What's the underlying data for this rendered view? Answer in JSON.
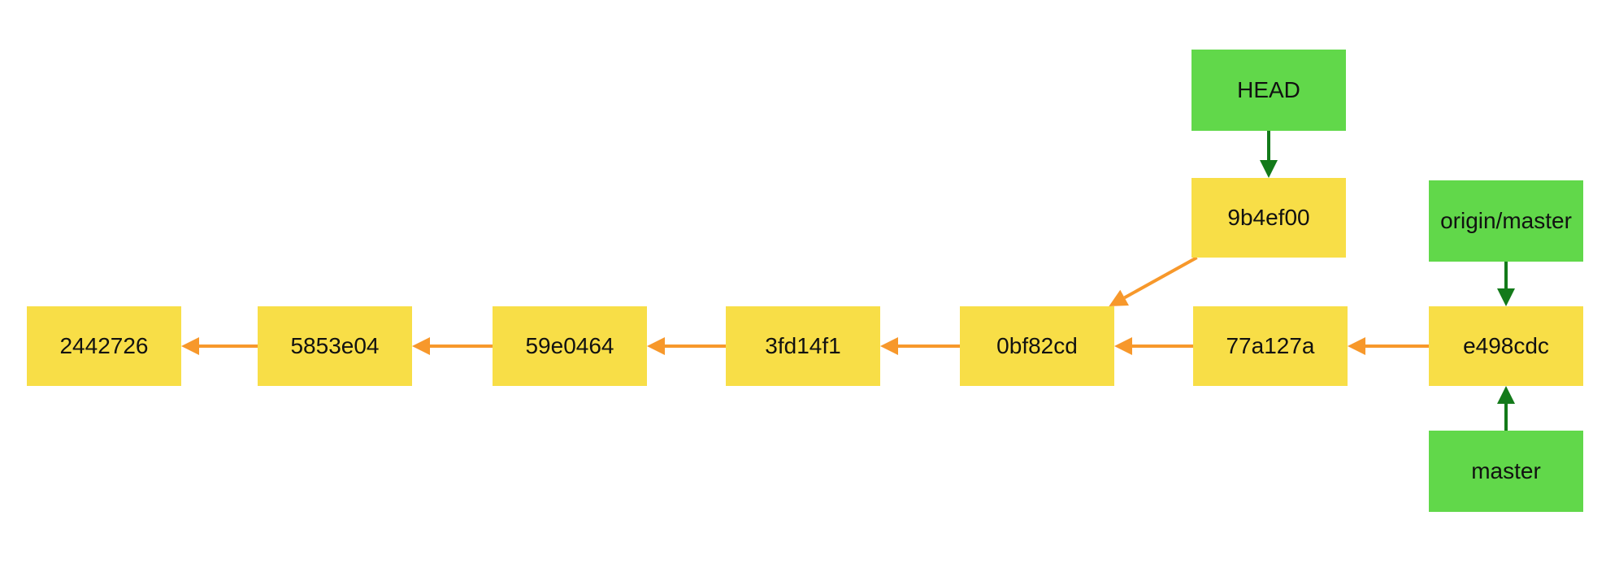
{
  "colors": {
    "commit_fill": "#F8DE47",
    "ref_fill": "#61D84A",
    "parent_arrow": "#F7982B",
    "ref_arrow": "#137A1A"
  },
  "commits": [
    {
      "id": "c1",
      "label": "2442726"
    },
    {
      "id": "c2",
      "label": "5853e04"
    },
    {
      "id": "c3",
      "label": "59e0464"
    },
    {
      "id": "c4",
      "label": "3fd14f1"
    },
    {
      "id": "c5",
      "label": "0bf82cd"
    },
    {
      "id": "c6",
      "label": "77a127a"
    },
    {
      "id": "c7",
      "label": "e498cdc"
    },
    {
      "id": "c8",
      "label": "9b4ef00"
    }
  ],
  "refs": [
    {
      "id": "r_head",
      "label": "HEAD",
      "points_to": "c8"
    },
    {
      "id": "r_origin",
      "label": "origin/master",
      "points_to": "c7"
    },
    {
      "id": "r_master",
      "label": "master",
      "points_to": "c7"
    }
  ],
  "parent_links": [
    {
      "from": "c2",
      "to": "c1"
    },
    {
      "from": "c3",
      "to": "c2"
    },
    {
      "from": "c4",
      "to": "c3"
    },
    {
      "from": "c5",
      "to": "c4"
    },
    {
      "from": "c6",
      "to": "c5"
    },
    {
      "from": "c7",
      "to": "c6"
    },
    {
      "from": "c8",
      "to": "c5"
    }
  ]
}
